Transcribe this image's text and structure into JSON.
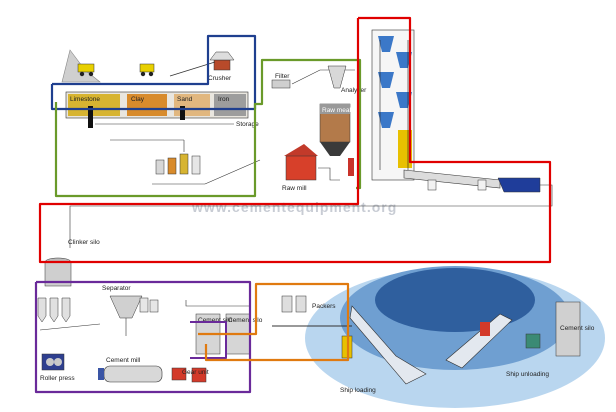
{
  "watermark": "www.cementequipment.org",
  "labels": {
    "crusher": "Crusher",
    "limestone": "Limestone",
    "clay": "Clay",
    "sand": "Sand",
    "iron": "Iron",
    "storage": "Storage",
    "filter": "Filter",
    "analyzer": "Analyzer",
    "raw_meal_silo": "Raw meal silo",
    "raw_mill": "Raw mill",
    "clinker_silo": "Clinker silo",
    "separator": "Separator",
    "roller_press": "Roller press",
    "cement_mill": "Cement mill",
    "gear_unit": "Gear unit",
    "cement_silo_left": "Cement silo",
    "cement_silo_right": "Cement silo",
    "packers": "Packers",
    "ship_loading": "Ship loading",
    "ship_unloading": "Ship unloading",
    "cement_silo_terminal": "Cement silo"
  },
  "section_colors": {
    "quarry": "#1f3f8f",
    "raw_material": "#6a9a2a",
    "kiln": "#e00000",
    "grinding": "#6a2a9a",
    "packing": "#e07a10"
  }
}
